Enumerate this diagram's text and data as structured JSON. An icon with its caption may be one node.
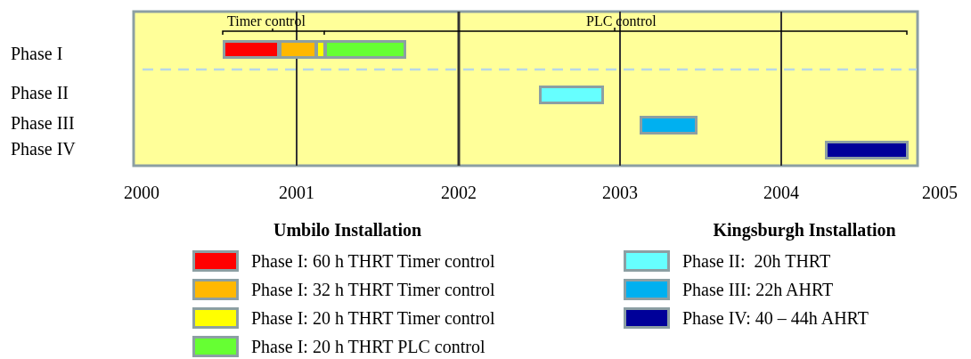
{
  "diagram": {
    "nodes": [
      {
        "text": [],
        "shape": "bar"
      },
      {
        "text": [],
        "shape": "bar"
      },
      {
        "text": [],
        "shape": "bar"
      },
      {
        "text": [],
        "shape": "bar"
      },
      {
        "text": [],
        "shape": "bar"
      },
      {
        "text": [],
        "shape": "bar"
      },
      {
        "text": [],
        "shape": "bar"
      }
    ],
    "labels": [
      "Timer control",
      "PLC control",
      "Phase I",
      "Phase II",
      "Phase III",
      "Phase IV",
      "2000",
      "2001",
      "2002",
      "2003",
      "2004",
      "2005",
      "Umbilo Installation",
      "Kingsburgh Installation"
    ],
    "legend": [
      {
        "text": "Phase I: 60 h THRT Timer control",
        "color": "#ff0000"
      },
      {
        "text": "Phase I: 32 h THRT Timer control",
        "color": "#ffb800"
      },
      {
        "text": "Phase I: 20 h THRT Timer control",
        "color": "#ffff00"
      },
      {
        "text": "Phase I: 20 h THRT PLC control",
        "color": "#66ff33"
      },
      {
        "text": "Phase II:  20h THRT",
        "color": "#66ffff"
      },
      {
        "text": "Phase III: 22h AHRT",
        "color": "#00b0f0"
      },
      {
        "text": "Phase IV: 40 – 44h AHRT",
        "color": "#000099"
      }
    ]
  }
}
